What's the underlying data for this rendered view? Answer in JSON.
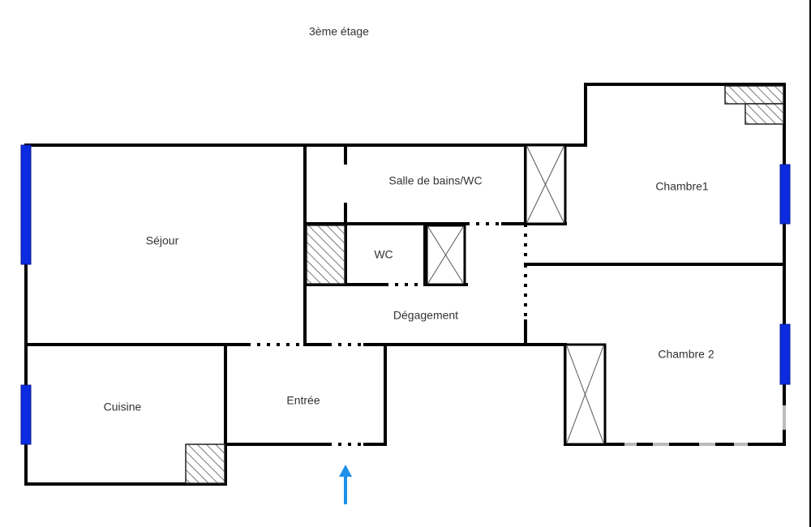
{
  "floor": {
    "title": "3ème étage"
  },
  "rooms": {
    "sejour": {
      "label": "Séjour"
    },
    "salle_de_bains": {
      "label": "Salle de bains/WC"
    },
    "wc": {
      "label": "WC"
    },
    "degagement": {
      "label": "Dégagement"
    },
    "chambre1": {
      "label": "Chambre1"
    },
    "chambre2": {
      "label": "Chambre 2"
    },
    "cuisine": {
      "label": "Cuisine"
    },
    "entree": {
      "label": "Entrée"
    }
  },
  "legend_colors": {
    "window": "#0a2be0",
    "entrance_arrow": "#1e90e8",
    "wall": "#000000"
  },
  "icons": {
    "entrance": "arrow-up",
    "closet": "x-box",
    "duct": "hatched-square",
    "window": "blue-bar"
  }
}
